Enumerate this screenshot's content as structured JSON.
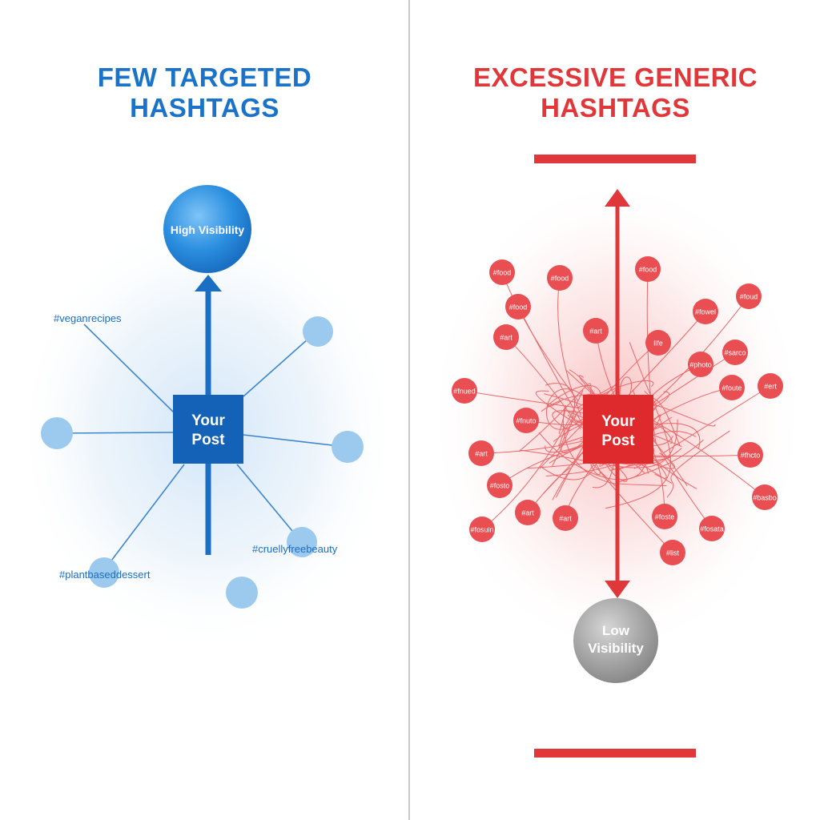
{
  "left": {
    "title_line1": "FEW TARGETED",
    "title_line2": "HASHTAGS",
    "post_line1": "Your",
    "post_line2": "Post",
    "visibility_label": "High Visibility",
    "hashtags": [
      "#veganrecipes",
      "#cruellyfreebeauty",
      "#plantbaseddessert"
    ],
    "colors": {
      "accent": "#1a73c9",
      "node": "#9cc9ee",
      "post": "#1461b8"
    }
  },
  "right": {
    "title_line1": "EXCESSIVE GENERIC",
    "title_line2": "HASHTAGS",
    "post_line1": "Your",
    "post_line2": "Post",
    "visibility_line1": "Low",
    "visibility_line2": "Visibility",
    "hashtags": [
      "#food",
      "#food",
      "#food",
      "#food",
      "#fowel",
      "#foud",
      "#art",
      "#art",
      "life",
      "#fnued",
      "#photo",
      "#sarco",
      "#foute",
      "#ert",
      "#fnuto",
      "#art",
      "#fhcto",
      "#fosto",
      "#basbo",
      "#art",
      "#art",
      "#foste",
      "#fosuin",
      "#fosata",
      "#list"
    ],
    "colors": {
      "accent": "#e0383a",
      "node": "#e94e52",
      "post": "#de2a2d",
      "low": "#9c9c9c"
    }
  }
}
